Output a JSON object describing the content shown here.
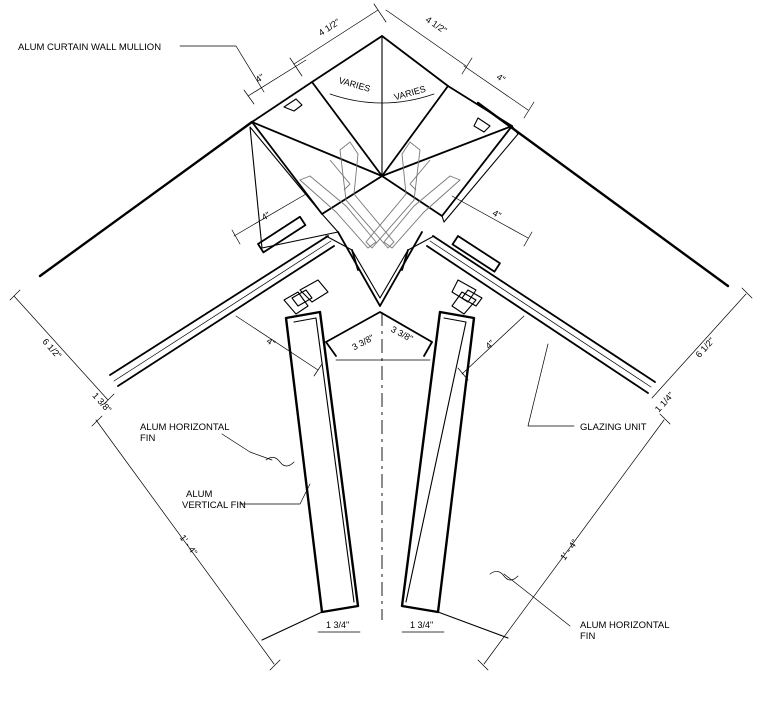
{
  "labels": {
    "mullion": "ALUM CURTAIN WALL MULLION",
    "horizontal_fin_left_line1": "ALUM HORIZONTAL",
    "horizontal_fin_left_line2": "FIN",
    "vertical_fin_line1": "ALUM",
    "vertical_fin_line2": "VERTICAL FIN",
    "glazing_unit": "GLAZING UNIT",
    "horizontal_fin_right_line1": "ALUM HORIZONTAL",
    "horizontal_fin_right_line2": "FIN",
    "varies_left": "VARIES",
    "varies_right": "VARIES"
  },
  "dimensions": {
    "top_left": "4 1/2\"",
    "top_right": "4 1/2\"",
    "upper_left_4": "4\"",
    "upper_right_4": "4\"",
    "mid_left_4": "4\"",
    "mid_right_4": "4\"",
    "lower_left_4": "4\"",
    "lower_right_4": "4\"",
    "left_overall": "6 1/2\"",
    "right_overall": "6 1/2\"",
    "left_glass": "1 3/8\"",
    "right_glass": "1 1/4\"",
    "center_left": "3 3/8\"",
    "center_right": "3 3/8\"",
    "left_long": "1' - 4\"",
    "right_long": "1' - 4\"",
    "fin_left_width": "1 3/4\"",
    "fin_right_width": "1 3/4\""
  }
}
